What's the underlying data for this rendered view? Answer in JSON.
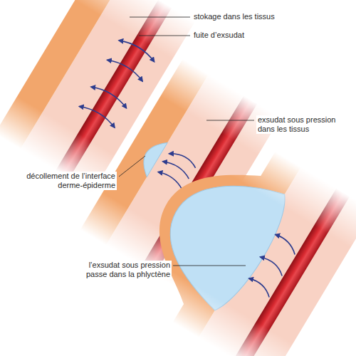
{
  "diagram": {
    "labels": [
      "stokage dans les tissus",
      "fuite d’exsudat",
      "exsudat sous pression dans les tissus",
      "décollement de l’interface derme-épiderme",
      "l’exsudat sous pression passe dans la phlyctène"
    ]
  }
}
